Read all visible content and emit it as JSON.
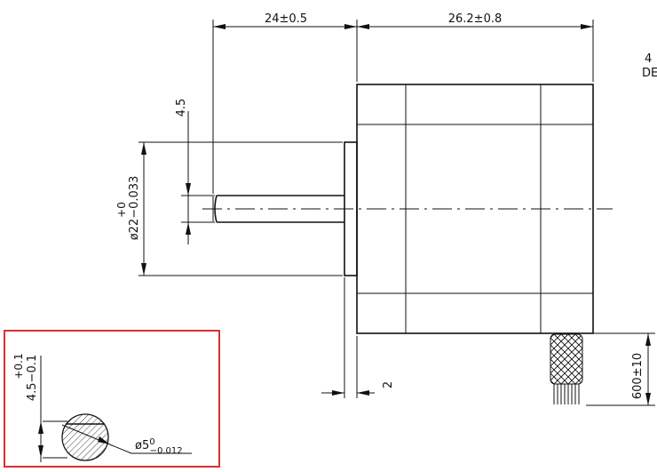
{
  "dimensions": {
    "shaft_length": "24±0.5",
    "body_length": "26.2±0.8",
    "flat_depth": "4.5",
    "shaft_diameter_tol": "+0",
    "shaft_diameter_main": "ø22−0.033",
    "flange_thickness": "2",
    "lead_length": "600±10",
    "side_note_top": "4",
    "side_note_bottom": "DE"
  },
  "detail": {
    "flat_tol": "+0.1",
    "flat_main": "4.5−0.1",
    "diameter_base": "ø5",
    "diameter_upper": "0",
    "diameter_lower": "−0.012"
  },
  "colors": {
    "detail_border": "#d9322e",
    "line": "#111111"
  }
}
